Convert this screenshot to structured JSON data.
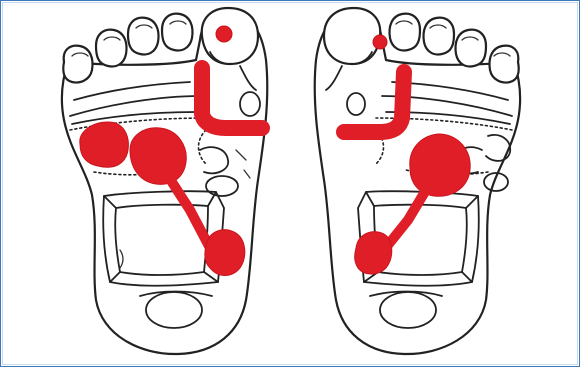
{
  "illustration": {
    "subject": "foot-soles",
    "feet": [
      "left-foot",
      "right-foot"
    ],
    "colors": {
      "outline": "#222222",
      "highlight": "#e01e27",
      "frame_border": "#3e78b8",
      "background": "#ffffff"
    }
  }
}
